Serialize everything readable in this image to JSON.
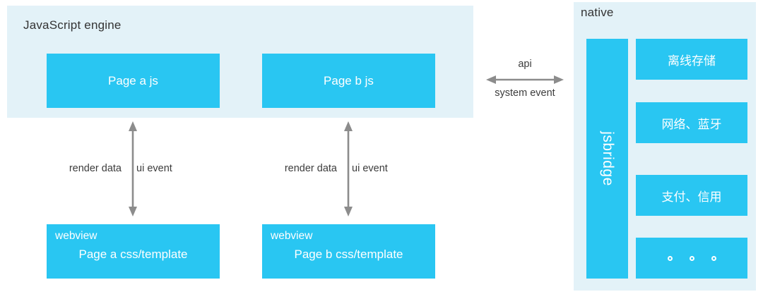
{
  "diagram": {
    "js_engine": {
      "title": "JavaScript engine",
      "boxes": [
        {
          "label": "Page a js"
        },
        {
          "label": "Page b js"
        }
      ]
    },
    "connectors": {
      "vertical": [
        {
          "left_label": "render data",
          "right_label": "ui event",
          "icon": "double-arrow-vertical-icon"
        },
        {
          "left_label": "render data",
          "right_label": "ui event",
          "icon": "double-arrow-vertical-icon"
        }
      ],
      "horizontal": {
        "top_label": "api",
        "bottom_label": "system event",
        "icon": "double-arrow-horizontal-icon"
      }
    },
    "webviews": [
      {
        "label": "webview",
        "sublabel": "Page a css/template"
      },
      {
        "label": "webview",
        "sublabel": "Page b css/template"
      }
    ],
    "native": {
      "title": "native",
      "bridge": {
        "label": "jsbridge"
      },
      "modules": [
        {
          "label": "离线存储"
        },
        {
          "label": "网络、蓝牙"
        },
        {
          "label": "支付、信用"
        },
        {
          "label": "",
          "icon": "three-dots-icon",
          "dots": 3
        }
      ]
    },
    "colors": {
      "panel_background": "#e3f2f8",
      "box_fill": "#29c6f2",
      "box_text": "#ffffff",
      "arrow": "#8c8c8c",
      "label_text": "#3c3c3c",
      "page_background": "#ffffff"
    }
  }
}
